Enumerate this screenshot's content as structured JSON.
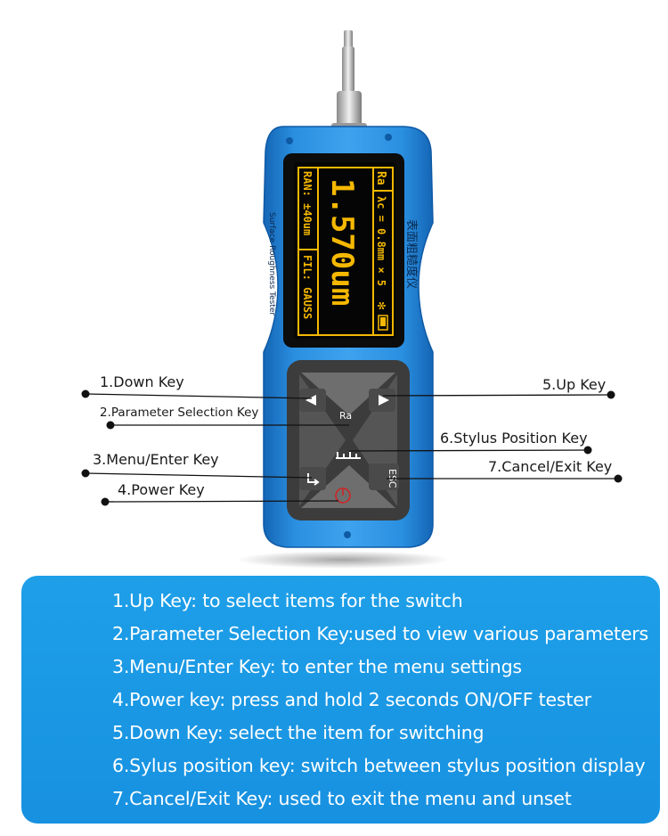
{
  "device": {
    "model_cn": "表面粗糙度仪",
    "model_en": "Surface Roughness Tester",
    "screen": {
      "param": "Ra",
      "cutoff": "λc = 0.8mm × 5",
      "range": "RAN: ±40um",
      "filter": "FIL: GAUSS",
      "value": "1.570um"
    },
    "keys": {
      "param_key": "Ra",
      "esc_key": "ESC"
    }
  },
  "callouts": {
    "down_key": "1.Down Key",
    "param_key": "2.Parameter Selection Key",
    "menu_key": "3.Menu/Enter Key",
    "power_key": "4.Power Key",
    "up_key": "5.Up Key",
    "stylus_key": "6.Stylus Position Key",
    "cancel_key": "7.Cancel/Exit Key"
  },
  "descriptions": [
    "1.Up Key: to select items for the switch",
    "2.Parameter Selection Key:used to view various parameters",
    "3.Menu/Enter Key: to enter the menu settings",
    "4.Power key: press and hold 2 seconds ON/OFF tester",
    "5.Down Key: select the item for switching",
    "6.Sylus position key: switch between stylus position display",
    "7.Cancel/Exit Key: used to exit the menu and unset"
  ],
  "colors": {
    "body_blue": "#1f86d6",
    "panel_blue": "#1b98e5",
    "screen_yellow": "#f5b800",
    "power_red": "#d52020"
  }
}
